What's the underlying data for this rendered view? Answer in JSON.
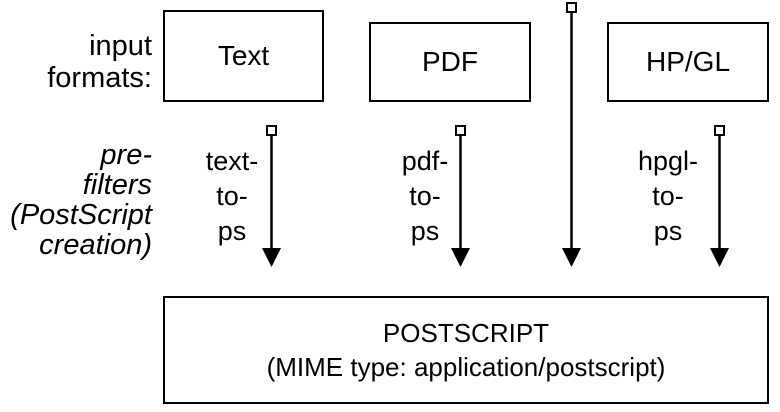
{
  "row_labels": {
    "input": [
      "input",
      "formats:"
    ],
    "prefilters": [
      "pre-",
      "filters",
      "(PostScript",
      "creation)"
    ]
  },
  "inputs": {
    "text": "Text",
    "pdf": "PDF",
    "hpgl": "HP/GL"
  },
  "filters": {
    "text": [
      "text-",
      "to-",
      "ps"
    ],
    "pdf": [
      "pdf-",
      "to-",
      "ps"
    ],
    "hpgl": [
      "hpgl-",
      "to-",
      "ps"
    ]
  },
  "output": {
    "title": "POSTSCRIPT",
    "subtitle": "(MIME type: application/postscript)"
  },
  "colors": {
    "stroke": "#000000",
    "background": "#ffffff"
  },
  "icons": {
    "arrow_start": "square-connector-icon",
    "arrow_end": "arrowhead-icon"
  }
}
